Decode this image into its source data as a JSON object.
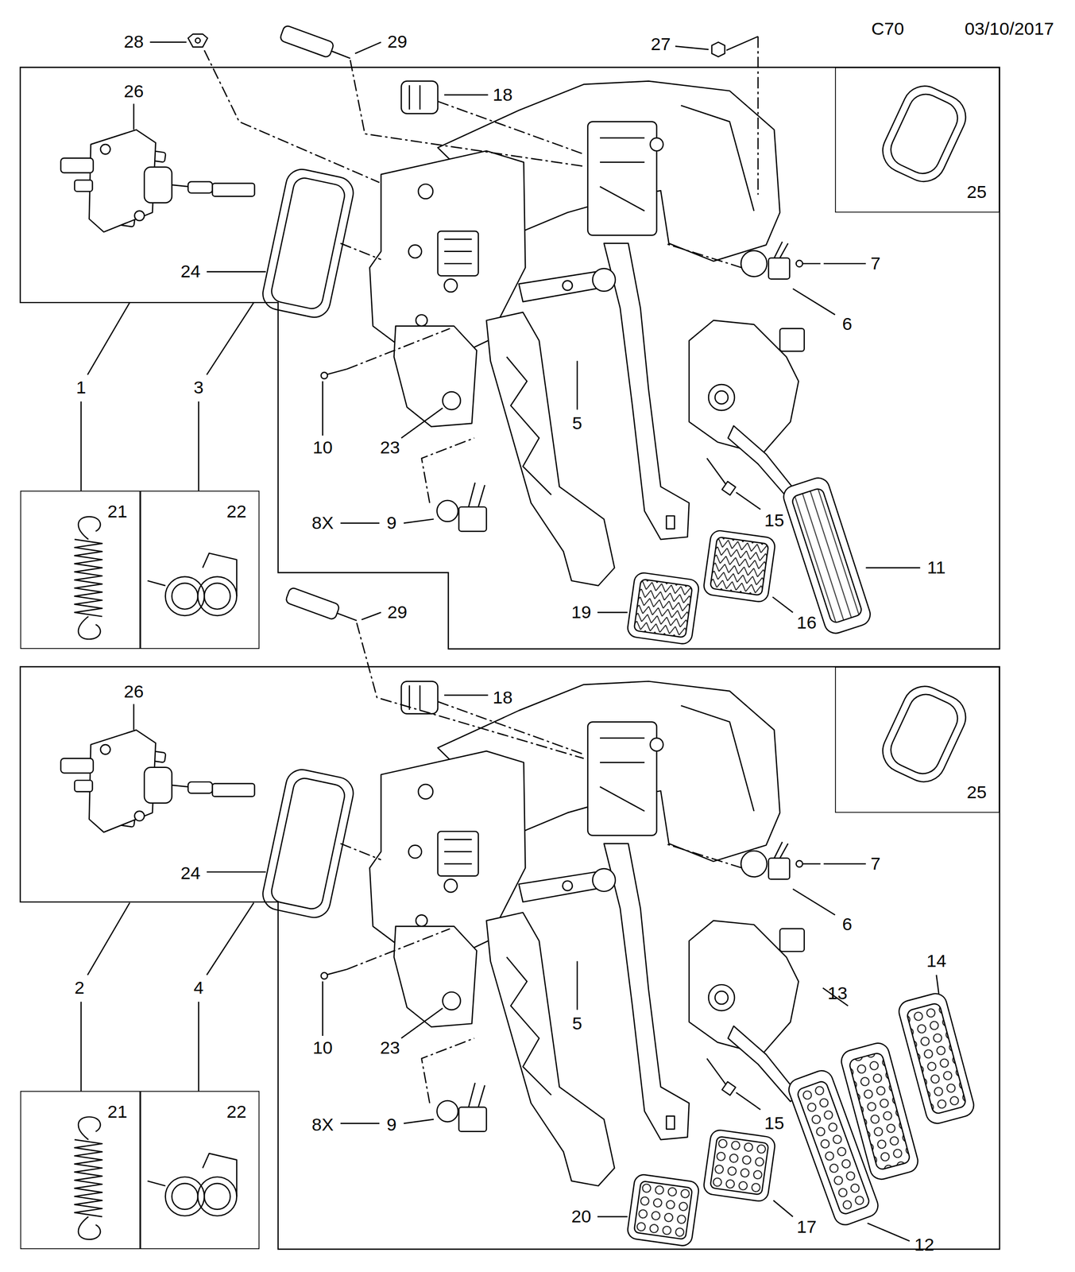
{
  "diagram": {
    "nodes": [
      {
        "text": [
          "25"
        ]
      },
      {
        "text": [
          "21"
        ]
      },
      {
        "text": [
          "22"
        ]
      },
      {
        "text": [
          "25"
        ]
      },
      {
        "text": [
          "21"
        ]
      },
      {
        "text": [
          "22"
        ]
      }
    ],
    "labels": [
      "C70",
      "03/10/2017",
      "28",
      "29",
      "27",
      "26",
      "18",
      "7",
      "24",
      "6",
      "1",
      "3",
      "5",
      "10",
      "23",
      "8X",
      "9",
      "15",
      "11",
      "19",
      "16",
      "29",
      "26",
      "18",
      "7",
      "24",
      "6",
      "14",
      "2",
      "4",
      "13",
      "5",
      "10",
      "23",
      "8X",
      "9",
      "15",
      "20",
      "17",
      "12"
    ]
  }
}
